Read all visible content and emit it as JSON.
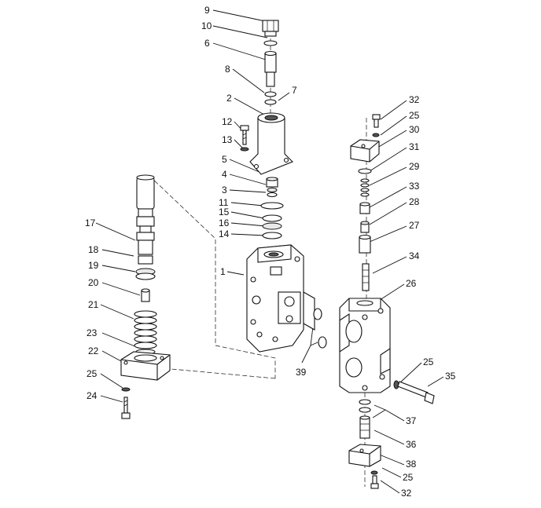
{
  "diagram": {
    "type": "exploded-parts-view",
    "callouts": [
      {
        "id": "c9a",
        "text": "9"
      },
      {
        "id": "c10a",
        "text": "10"
      },
      {
        "id": "c6a",
        "text": "6"
      },
      {
        "id": "c8a",
        "text": "8"
      },
      {
        "id": "c7a",
        "text": "7"
      },
      {
        "id": "c2a",
        "text": "2"
      },
      {
        "id": "c12a",
        "text": "12"
      },
      {
        "id": "c13a",
        "text": "13"
      },
      {
        "id": "c5a",
        "text": "5"
      },
      {
        "id": "c4a",
        "text": "4"
      },
      {
        "id": "c3a",
        "text": "3"
      },
      {
        "id": "c11a",
        "text": "11"
      },
      {
        "id": "c15a",
        "text": "15"
      },
      {
        "id": "c16a",
        "text": "16"
      },
      {
        "id": "c14a",
        "text": "14"
      },
      {
        "id": "c1a",
        "text": "1"
      },
      {
        "id": "c17a",
        "text": "17"
      },
      {
        "id": "c18a",
        "text": "18"
      },
      {
        "id": "c19a",
        "text": "19"
      },
      {
        "id": "c20a",
        "text": "20"
      },
      {
        "id": "c21a",
        "text": "21"
      },
      {
        "id": "c23a",
        "text": "23"
      },
      {
        "id": "c22a",
        "text": "22"
      },
      {
        "id": "c25a",
        "text": "25"
      },
      {
        "id": "c24a",
        "text": "24"
      },
      {
        "id": "c39a",
        "text": "39"
      },
      {
        "id": "c32a",
        "text": "32"
      },
      {
        "id": "c25b",
        "text": "25"
      },
      {
        "id": "c30a",
        "text": "30"
      },
      {
        "id": "c31a",
        "text": "31"
      },
      {
        "id": "c29a",
        "text": "29"
      },
      {
        "id": "c33a",
        "text": "33"
      },
      {
        "id": "c28a",
        "text": "28"
      },
      {
        "id": "c27a",
        "text": "27"
      },
      {
        "id": "c34a",
        "text": "34"
      },
      {
        "id": "c26a",
        "text": "26"
      },
      {
        "id": "c25c",
        "text": "25"
      },
      {
        "id": "c35a",
        "text": "35"
      },
      {
        "id": "c37a",
        "text": "37"
      },
      {
        "id": "c36a",
        "text": "36"
      },
      {
        "id": "c38a",
        "text": "38"
      },
      {
        "id": "c25d",
        "text": "25"
      },
      {
        "id": "c32b",
        "text": "32"
      }
    ]
  }
}
